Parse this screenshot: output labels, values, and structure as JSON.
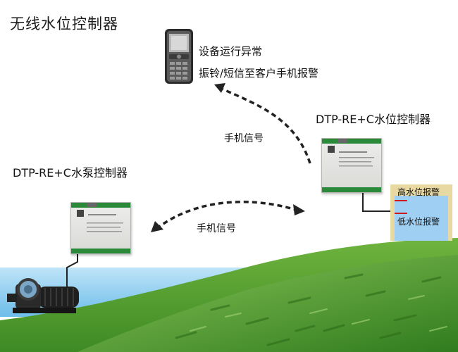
{
  "title": "无线水位控制器",
  "phone": {
    "line1": "设备运行异常",
    "line2": "振铃/短信至客户手机报警"
  },
  "level_controller": {
    "label": "DTP-RE+C水位控制器"
  },
  "pump_controller": {
    "label": "DTP-RE+C水泵控制器"
  },
  "signals": {
    "upper": "手机信号",
    "lower": "手机信号"
  },
  "tank": {
    "high_label": "高水位报警",
    "low_label": "低水位报警"
  },
  "colors": {
    "sky": "#7fc8f0",
    "hill": "#4e9a2c",
    "water": "#9fd0f4",
    "tank_frame": "#e8d9a2",
    "alarm_line": "#cc1b1b"
  }
}
